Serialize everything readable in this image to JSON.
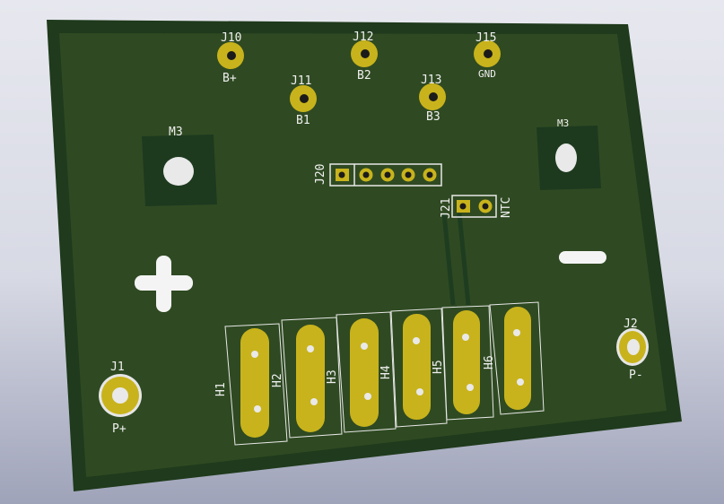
{
  "scene": {
    "colors": {
      "background_top": "#e7e8ef",
      "board_edge": "#1f3a1c",
      "board_face": "#2f4a22",
      "copper_fill": "#1c3b1f",
      "pad_gold": "#c8b31c",
      "drill_hole": "#e9e9e9",
      "silkscreen": "#f0f0f0"
    },
    "test_points": [
      {
        "ref": "J10",
        "label": "B+"
      },
      {
        "ref": "J11",
        "label": "B1"
      },
      {
        "ref": "J12",
        "label": "B2"
      },
      {
        "ref": "J13",
        "label": "B3"
      },
      {
        "ref": "J15",
        "label": "GND"
      }
    ],
    "mounting_holes": [
      {
        "ref": "M3"
      },
      {
        "ref": "M3"
      }
    ],
    "connectors": {
      "j20": {
        "ref": "J20",
        "pins": 5
      },
      "j21": {
        "ref": "J21",
        "label": "NTC",
        "pins": 2
      }
    },
    "power_terminals": [
      {
        "ref": "J1",
        "label": "P+"
      },
      {
        "ref": "J2",
        "label": "P-"
      }
    ],
    "polarity_symbols": {
      "plus": "+",
      "minus": "−"
    },
    "heater_pads": [
      {
        "ref": "H1"
      },
      {
        "ref": "H2"
      },
      {
        "ref": "H3"
      },
      {
        "ref": "H4"
      },
      {
        "ref": "H5"
      },
      {
        "ref": "H6"
      }
    ]
  }
}
